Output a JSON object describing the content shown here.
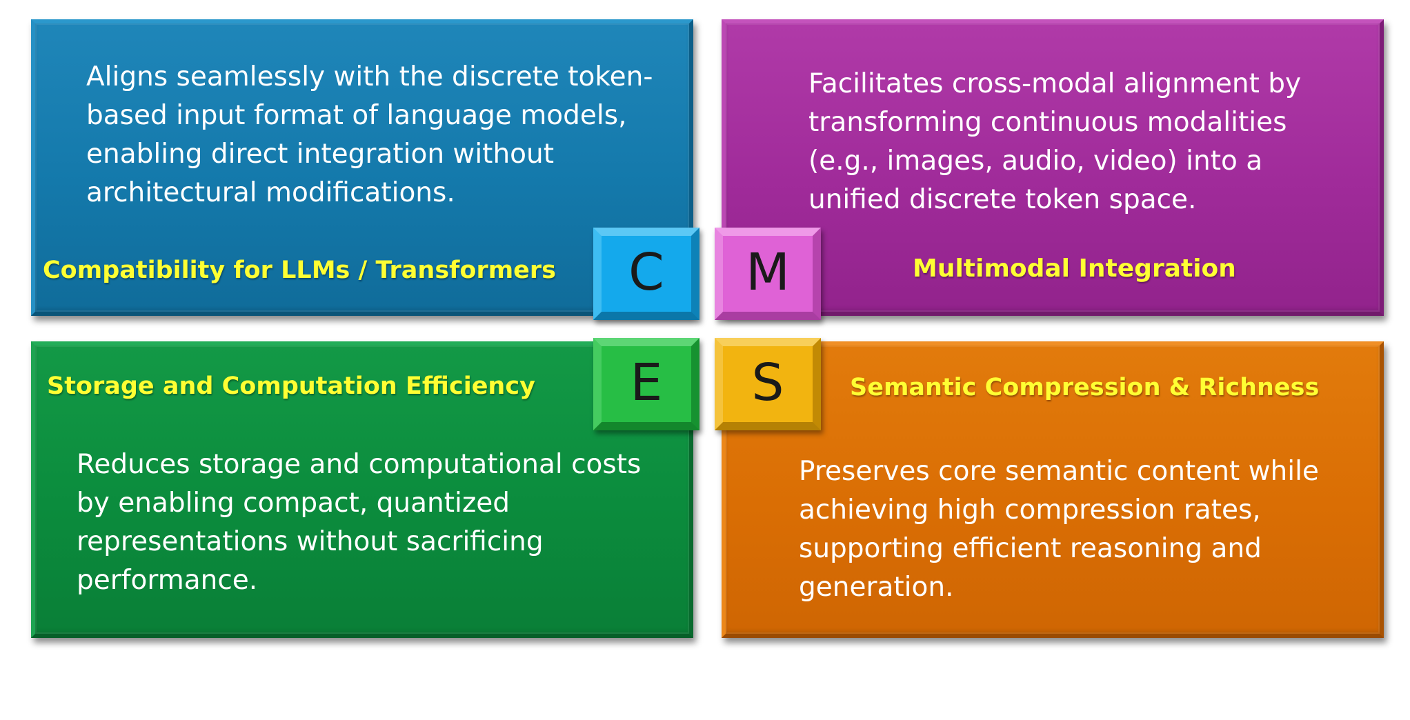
{
  "quadrants": {
    "compatibility": {
      "title": "Compatibility for LLMs / Transformers",
      "description": "Aligns seamlessly with the discrete token-based input format of language models, enabling direct integration without architectural modifications.",
      "color": "#1479ab"
    },
    "multimodal": {
      "title": "Multimodal Integration",
      "description": "Facilitates cross-modal alignment by transforming continuous modalities (e.g., images, audio, video) into a unified discrete token space.",
      "color": "#a02b9a"
    },
    "efficiency": {
      "title": "Storage and Computation Efficiency",
      "description": "Reduces storage and computational costs by enabling compact, quantized representations without sacrificing performance.",
      "color": "#0b8c3d"
    },
    "semantic": {
      "title": "Semantic Compression & Richness",
      "description": "Preserves core semantic content while achieving high compression rates, supporting efficient reasoning and generation.",
      "color": "#da6e04"
    }
  },
  "tiles": {
    "c": {
      "letter": "C",
      "color": "#14a9ec"
    },
    "m": {
      "letter": "M",
      "color": "#df62d6"
    },
    "e": {
      "letter": "E",
      "color": "#27be45"
    },
    "s": {
      "letter": "S",
      "color": "#f2b410"
    }
  },
  "title_color": "#ffff33"
}
